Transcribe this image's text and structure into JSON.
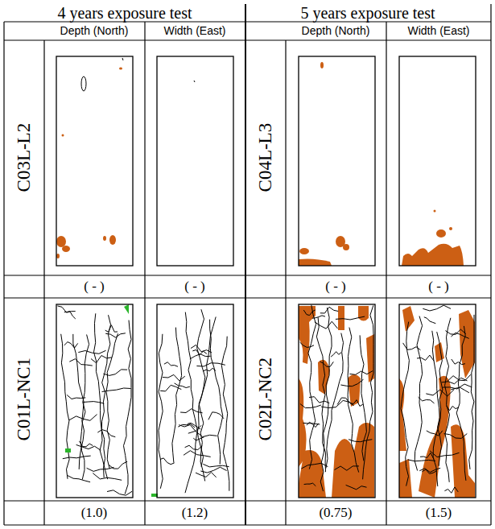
{
  "diagram": {
    "labels": [
      "4 years exposure test",
      "5 years exposure test",
      "Depth (North)",
      "Width (East)",
      "Depth (North)",
      "Width (East)",
      "C03L-L2",
      "C04L-L3",
      "( - )",
      "( - )",
      "( - )",
      "( - )",
      "C01L-NC1",
      "C02L-NC2",
      "(1.0)",
      "(1.2)",
      "(0.75)",
      "(1.5)"
    ]
  }
}
